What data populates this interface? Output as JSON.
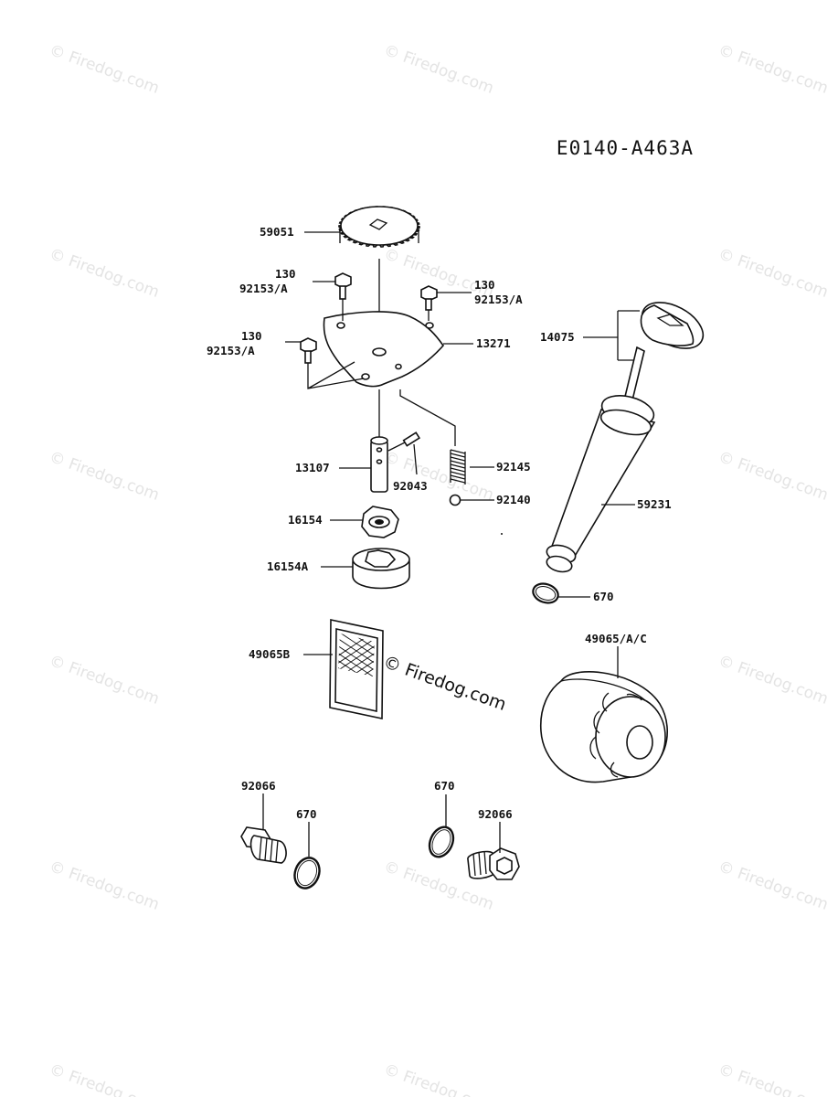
{
  "diagram_code": "E0140-A463A",
  "watermark_text": "© Firedog.com",
  "center_watermark_text": "© Firedog.com",
  "callouts": {
    "gear": "59051",
    "bolt_upper_left_qty": "130",
    "bolt_upper_left_part": "92153/A",
    "bolt_upper_right_qty": "130",
    "bolt_upper_right_part": "92153/A",
    "bolt_lower_left_qty": "130",
    "bolt_lower_left_part": "92153/A",
    "plate": "13271",
    "dipstick": "14075",
    "shaft": "13107",
    "pin": "92043",
    "spring": "92145",
    "ball": "92140",
    "tube": "59231",
    "inner_rotor": "16154",
    "outer_rotor": "16154A",
    "oring_tube": "670",
    "screen": "49065B",
    "oil_filter": "49065/A/C",
    "plug_left": "92066",
    "oring_left": "670",
    "oring_right": "670",
    "plug_right": "92066"
  }
}
